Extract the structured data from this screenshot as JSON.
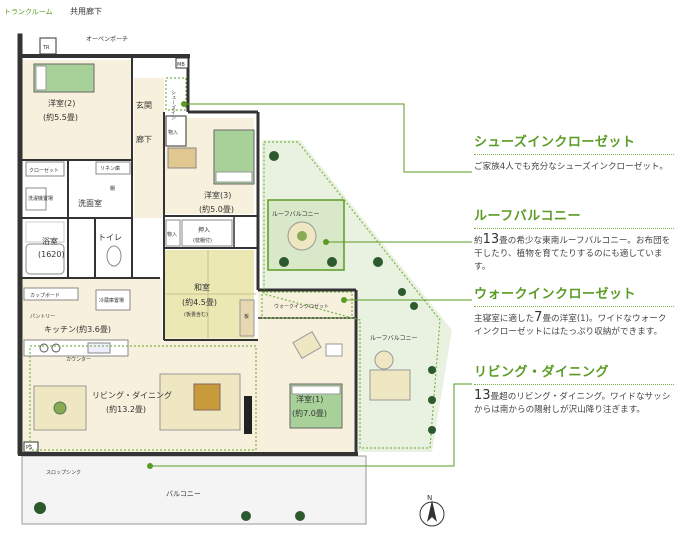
{
  "plan": {
    "trunk_room": "トランクルーム",
    "common_corridor": "共用廊下",
    "tr": "TR",
    "open_porch": "オーペンポーチ",
    "mb": "MB",
    "entrance": "玄関",
    "hallway": "廊下",
    "shoe_closet_vertical": "シューズイン",
    "closet_small": "物入",
    "room_western2": "洋室(2)",
    "room_western2_size": "(約5.5畳)",
    "closet_label": "クローゼット",
    "linen_storage": "リネン庫",
    "washing_machine": "洗濯機置場",
    "washroom": "洗面室",
    "shelf": "棚",
    "toilet": "トイレ",
    "bathroom": "浴室",
    "bathroom_size": "(1620)",
    "cupboard": "カップボード",
    "fridge": "冷蔵庫置場",
    "pantry": "パントリー",
    "kitchen": "キッチン(約3.6畳)",
    "counter": "カウンター",
    "room_western3": "洋室(3)",
    "room_western3_size": "(約5.0畳)",
    "storage_monoire": "物入",
    "oshiire": "押入",
    "oshiire_sub": "(枕棚付)",
    "japanese_room": "和室",
    "japanese_room_size": "(約4.5畳)",
    "japanese_room_note": "(板畳含む)",
    "board": "板",
    "roof_balcony_upper": "ルーフバルコニー",
    "walkin_closet": "ウォークインクロゼット",
    "roof_balcony_lower": "ルーフバルコニー",
    "master_bedroom": "洋室(1)",
    "master_bedroom_size": "(約7.0畳)",
    "living_dining": "リビング・ダイニング",
    "living_dining_size": "(約13.2畳)",
    "ps": "PS",
    "slop_sink": "スロップシンク",
    "balcony": "バルコニー",
    "north": "N"
  },
  "features": [
    {
      "title": "シューズインクローゼット",
      "desc_before": "ご家族4人でも充分なシューズインクローゼット。",
      "big": "",
      "desc_after": ""
    },
    {
      "title": "ルーフバルコニー",
      "desc_before": "約",
      "big": "13",
      "desc_after": "畳の希少な東南ルーフバルコニー。お布団を干したり、植物を育てたりするのにも適しています。"
    },
    {
      "title": "ウォークインクローゼット",
      "desc_before": "主寝室に適した",
      "big": "7",
      "desc_after": "畳の洋室(1)。ワイドなウォークインクローゼットにはたっぷり収納ができます。"
    },
    {
      "title": "リビング・ダイニング",
      "desc_before": "",
      "big": "13",
      "desc_after": "畳超のリビング・ダイニング。ワイドなサッシからは南からの陽射しが沢山降り注ぎます。"
    }
  ],
  "colors": {
    "wall": "#333333",
    "floor_beige": "#f7f0dc",
    "tatami": "#ece8b4",
    "green_accent": "#5a9b23",
    "bed_green": "#a8d19a",
    "dotted_green": "#7ab548"
  }
}
